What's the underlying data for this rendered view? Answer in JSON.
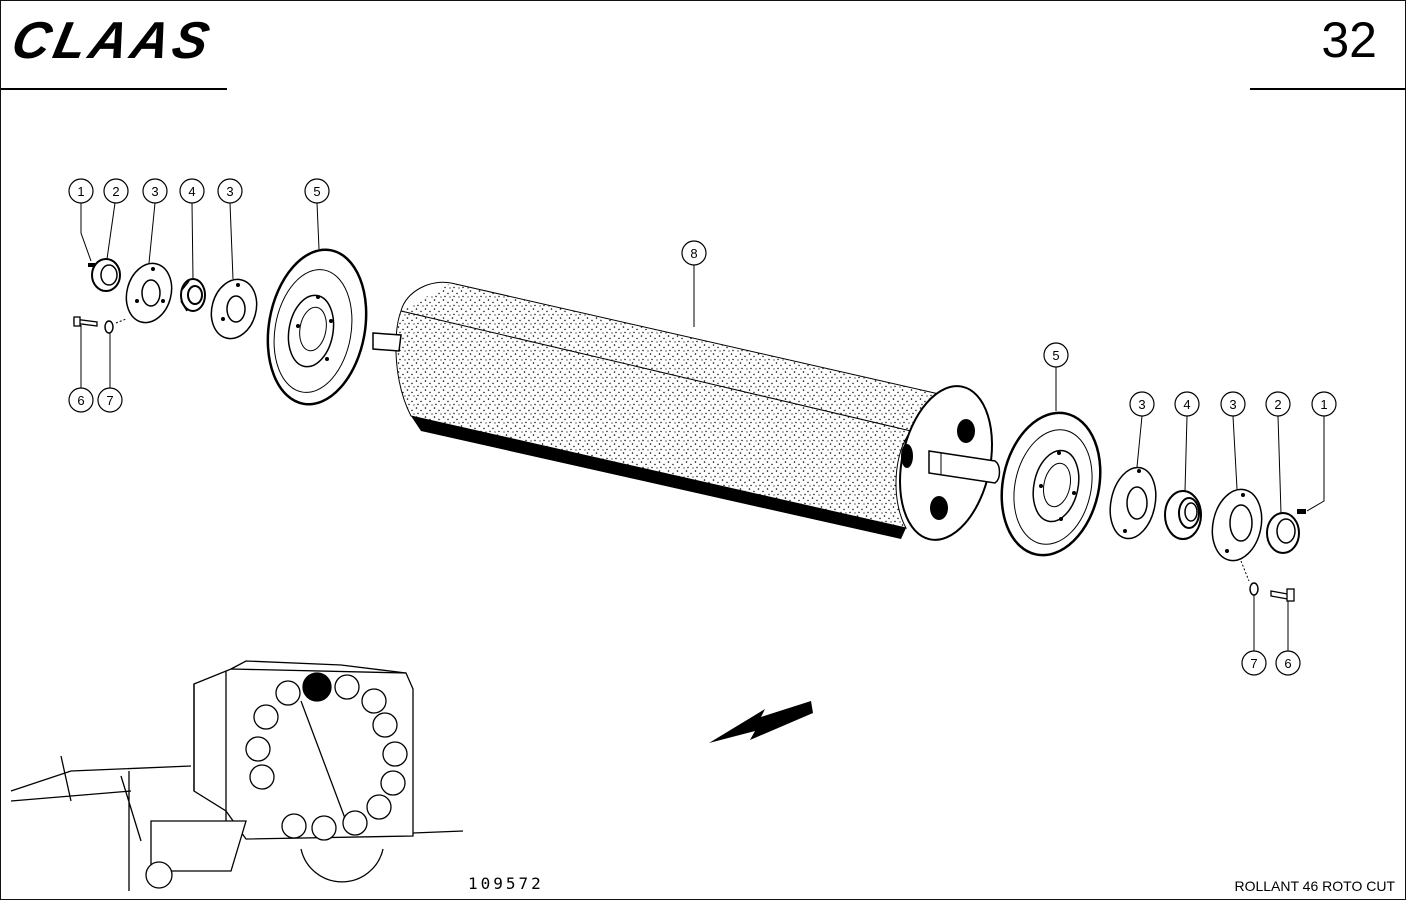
{
  "header": {
    "brand": "CLAAS",
    "page_number": "32"
  },
  "footer": {
    "drawing_number": "109572",
    "model": "ROLLANT 46 ROTO CUT"
  },
  "callouts": [
    {
      "id": "c-l1",
      "num": "1"
    },
    {
      "id": "c-l2",
      "num": "2"
    },
    {
      "id": "c-l3a",
      "num": "3"
    },
    {
      "id": "c-l4",
      "num": "4"
    },
    {
      "id": "c-l3b",
      "num": "3"
    },
    {
      "id": "c-l5",
      "num": "5"
    },
    {
      "id": "c-l6",
      "num": "6"
    },
    {
      "id": "c-l7",
      "num": "7"
    },
    {
      "id": "c-8",
      "num": "8"
    },
    {
      "id": "c-r5",
      "num": "5"
    },
    {
      "id": "c-r3a",
      "num": "3"
    },
    {
      "id": "c-r4",
      "num": "4"
    },
    {
      "id": "c-r3b",
      "num": "3"
    },
    {
      "id": "c-r2",
      "num": "2"
    },
    {
      "id": "c-r1",
      "num": "1"
    },
    {
      "id": "c-r7",
      "num": "7"
    },
    {
      "id": "c-r6",
      "num": "6"
    }
  ],
  "colors": {
    "ink": "#000000",
    "paper": "#ffffff"
  }
}
